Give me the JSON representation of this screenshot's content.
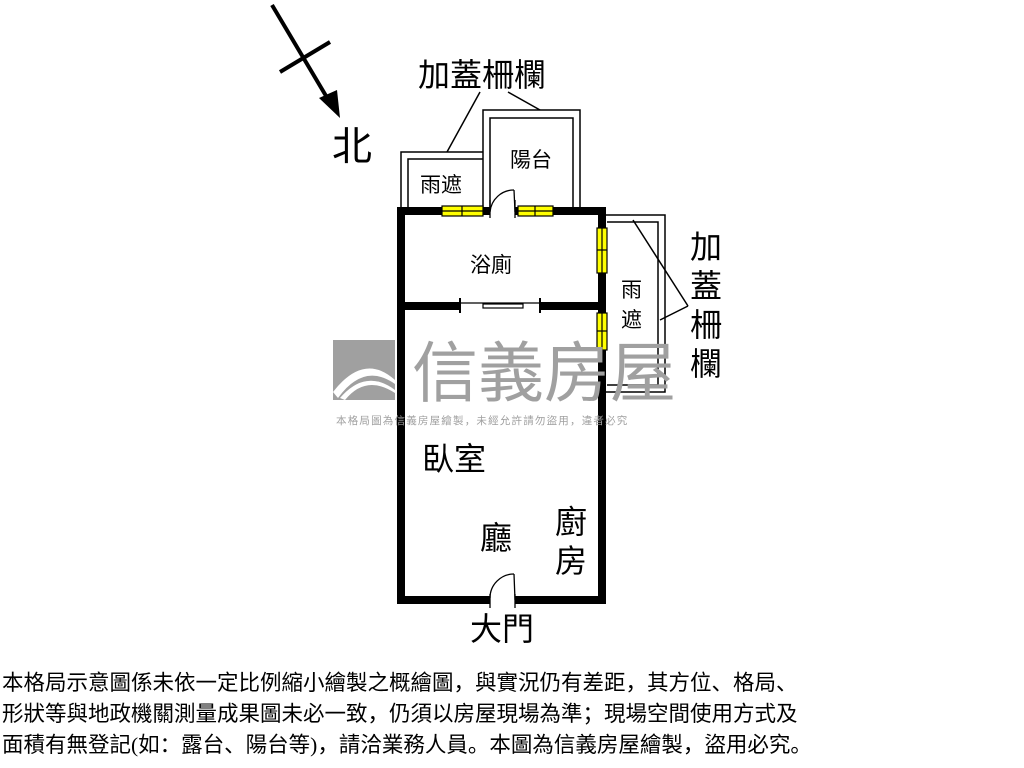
{
  "compass": {
    "north_label": "北"
  },
  "watermark": {
    "brand": "信義房屋",
    "notice": "本格局圖為信義房屋繪製，未經允許請勿盜用，違者必究",
    "color": "#a0a0a0"
  },
  "rooms": {
    "balcony": "陽台",
    "rain_shelter_left": "雨遮",
    "bathroom": "浴廁",
    "rain_shelter_right": "雨遮",
    "bedroom": "臥室",
    "living_room": "廳",
    "kitchen": "廚房",
    "main_door": "大門"
  },
  "annotations": {
    "fence_top": "加蓋柵欄",
    "fence_right": "加蓋柵欄"
  },
  "colors": {
    "window": "#ffff00",
    "wall": "#000000"
  },
  "disclaimer": [
    "本格局示意圖係未依一定比例縮小繪製之概繪圖，與實況仍有差距，其方位、格局、",
    "形狀等與地政機關測量成果圖未必一致，仍須以房屋現場為準；現場空間使用方式及",
    "面積有無登記(如：露台、陽台等)，請洽業務人員。本圖為信義房屋繪製，盜用必究。"
  ]
}
